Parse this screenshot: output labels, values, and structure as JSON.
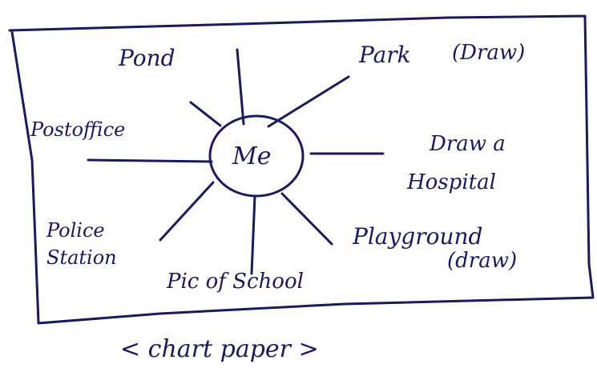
{
  "center": {
    "label": "Me"
  },
  "nodes": {
    "pond": "Pond",
    "park": "Park",
    "park_note": "(Draw)",
    "postoffice": "Postoffice",
    "hospital_line1": "Draw a",
    "hospital_line2": "Hospital",
    "police_line1": "Police",
    "police_line2": "Station",
    "school": "Pic of School",
    "playground": "Playground",
    "playground_note": "(draw)"
  },
  "caption": "< chart paper >",
  "colors": {
    "ink": "#1a1a5c",
    "paper": "#ffffff"
  }
}
